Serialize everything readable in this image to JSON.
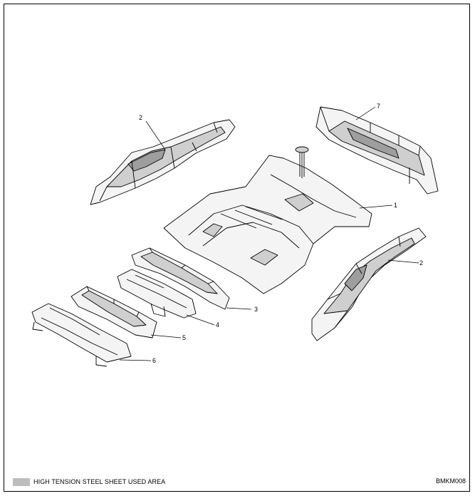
{
  "callouts": [
    {
      "id": "1",
      "label": "1"
    },
    {
      "id": "2a",
      "label": "2"
    },
    {
      "id": "2b",
      "label": "2"
    },
    {
      "id": "3",
      "label": "3"
    },
    {
      "id": "4",
      "label": "4"
    },
    {
      "id": "5",
      "label": "5"
    },
    {
      "id": "6",
      "label": "6"
    },
    {
      "id": "7",
      "label": "7"
    }
  ],
  "legend": {
    "text": "HIGH TENSION STEEL SHEET USED AREA",
    "swatch_color": "#bdbdbd"
  },
  "figure_code": "BMKM008"
}
